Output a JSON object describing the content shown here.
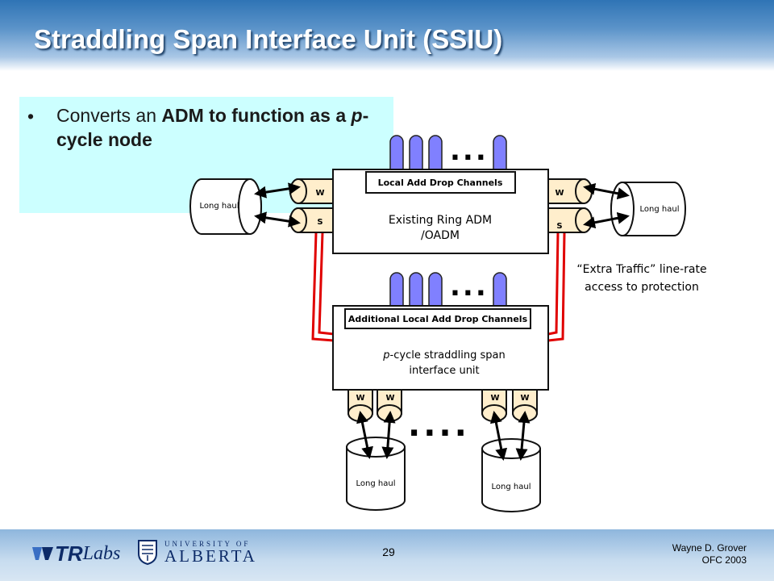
{
  "slide": {
    "title": "Straddling Span Interface Unit (SSIU)"
  },
  "bullet": {
    "marker": "•",
    "pre": "Converts an ",
    "bold1": "ADM to function as a ",
    "italic": "p",
    "bold2": "-cycle node"
  },
  "diagram": {
    "long_haul": "Long haul",
    "w": "W",
    "s": "S",
    "dots_top": "...",
    "dots_mid": "...",
    "dots_bottom": "....",
    "adm": {
      "banner": "Local Add Drop Channels",
      "line1": "Existing Ring  ADM",
      "line2": "/OADM"
    },
    "ssiu": {
      "banner": "Additional Local Add Drop Channels",
      "italic_p": "p",
      "line1_rest": "-cycle straddling span",
      "line2": "interface unit"
    },
    "extra_traffic_line1": "“Extra Traffic” line-rate",
    "extra_traffic_line2": "access to protection"
  },
  "footer": {
    "page_number": "29",
    "author": "Wayne D. Grover",
    "venue": "OFC 2003",
    "tr_logo_a": "TR",
    "tr_logo_b": "Labs",
    "ua_small": "UNIVERSITY OF",
    "ua_big": "ALBERTA"
  },
  "colors": {
    "channel_fill": "#8080ff",
    "port_fill": "#ffeecc",
    "protection_link": "#e00000",
    "bullet_box": "#ccffff"
  }
}
